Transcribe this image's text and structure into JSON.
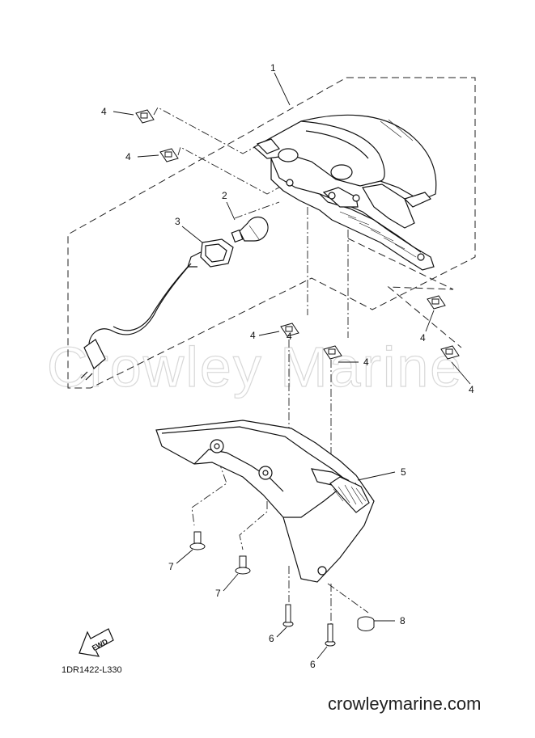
{
  "watermark": "Crowley Marine",
  "callouts": [
    {
      "label": "1"
    },
    {
      "label": "2"
    },
    {
      "label": "3"
    },
    {
      "label": "4"
    },
    {
      "label": "4"
    },
    {
      "label": "4"
    },
    {
      "label": "4"
    },
    {
      "label": "4"
    },
    {
      "label": "4"
    },
    {
      "label": "4"
    },
    {
      "label": "5"
    },
    {
      "label": "6"
    },
    {
      "label": "6"
    },
    {
      "label": "7"
    },
    {
      "label": "7"
    },
    {
      "label": "8"
    }
  ],
  "fwd_label": "FWD",
  "diagram_code": "1DR1422-L330",
  "site_name": "crowleymarine.com"
}
